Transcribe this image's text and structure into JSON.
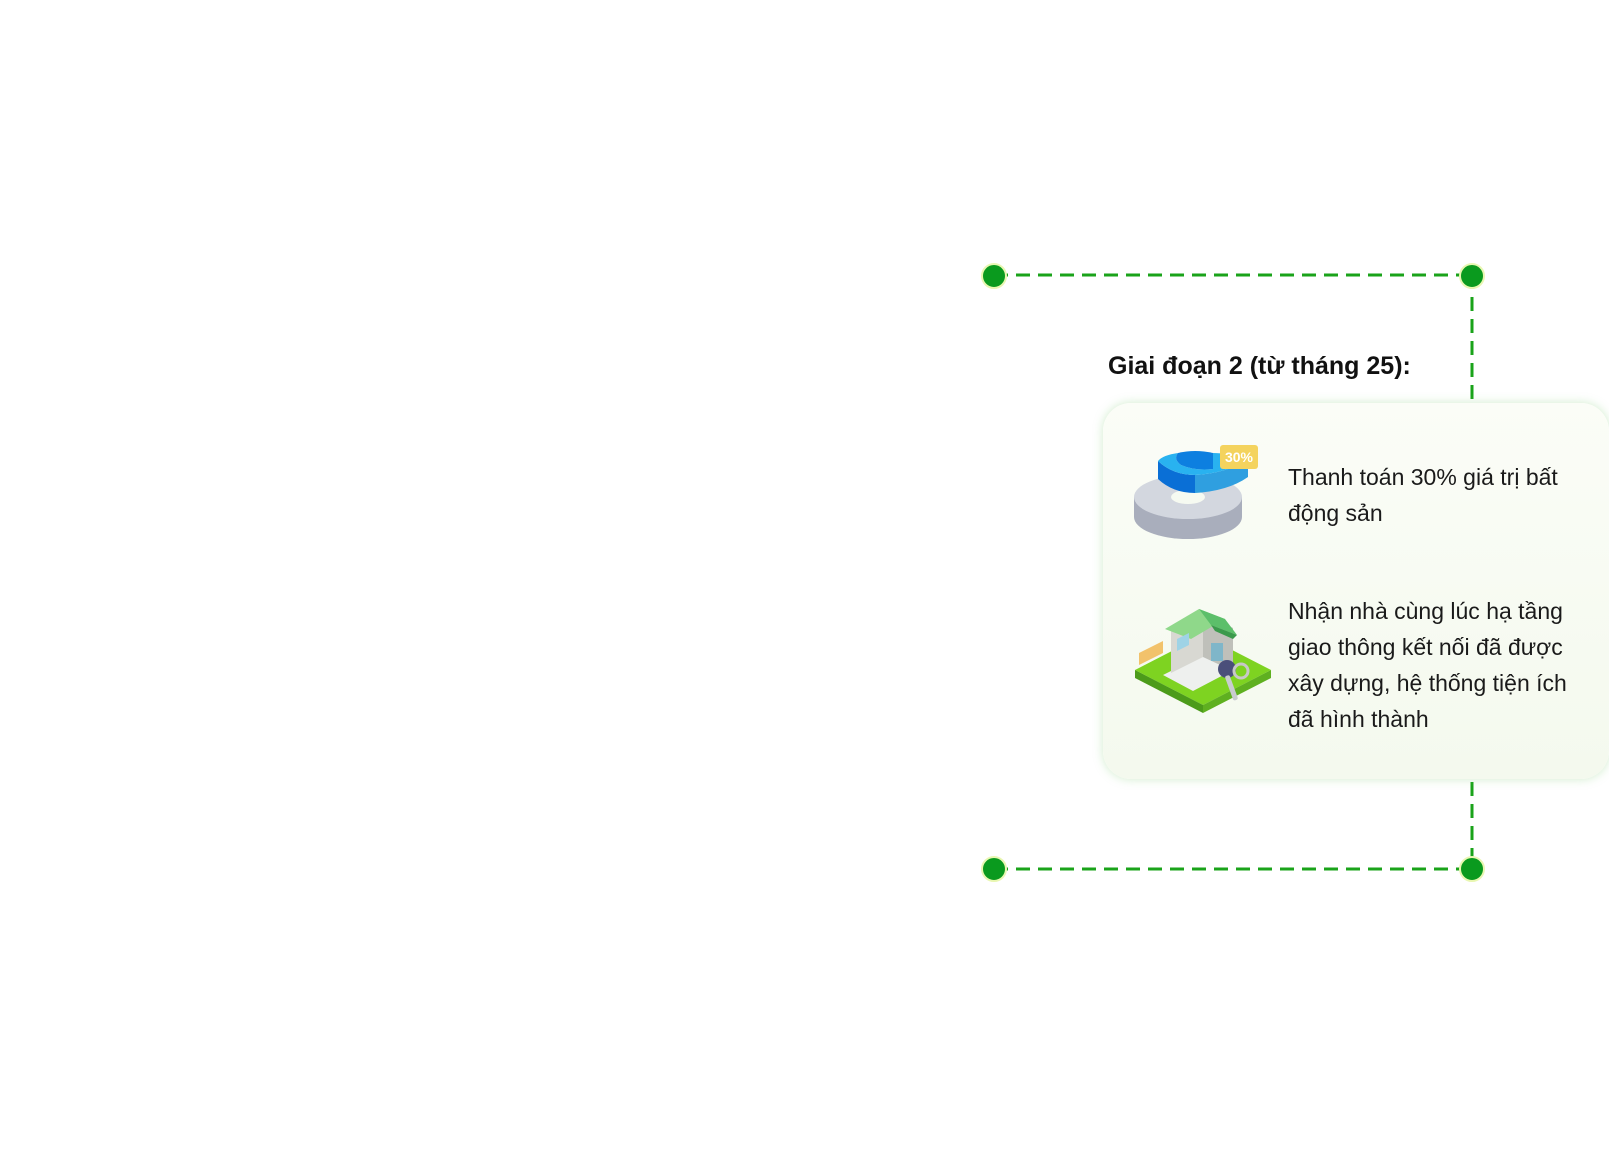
{
  "stage": {
    "title": "Giai đoạn 2 (từ tháng 25):"
  },
  "items": [
    {
      "icon": "pie-chart-30-icon",
      "badge": "30%",
      "text": "Thanh toán 30% giá trị bất động sản"
    },
    {
      "icon": "house-keys-icon",
      "text": "Nhận nhà cùng lúc hạ tầng giao thông kết nối đã được xây dựng, hệ thống tiện ích đã hình thành"
    }
  ],
  "colors": {
    "connector": "#1aa31a",
    "node": "#0a9a1e",
    "node_border": "#e9f7b2",
    "card_bg": "#f6faf1"
  }
}
